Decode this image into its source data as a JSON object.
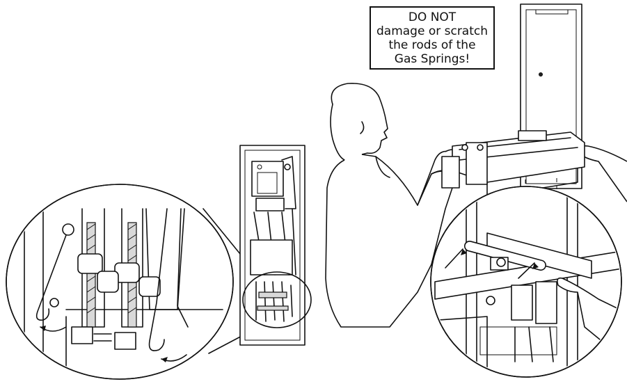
{
  "warning": {
    "lines": [
      "DO NOT",
      "damage or scratch",
      "the rods of the",
      "Gas Springs!"
    ]
  },
  "colors": {
    "line": "#111111",
    "background": "#ffffff",
    "shade": "#d9d9d9"
  }
}
